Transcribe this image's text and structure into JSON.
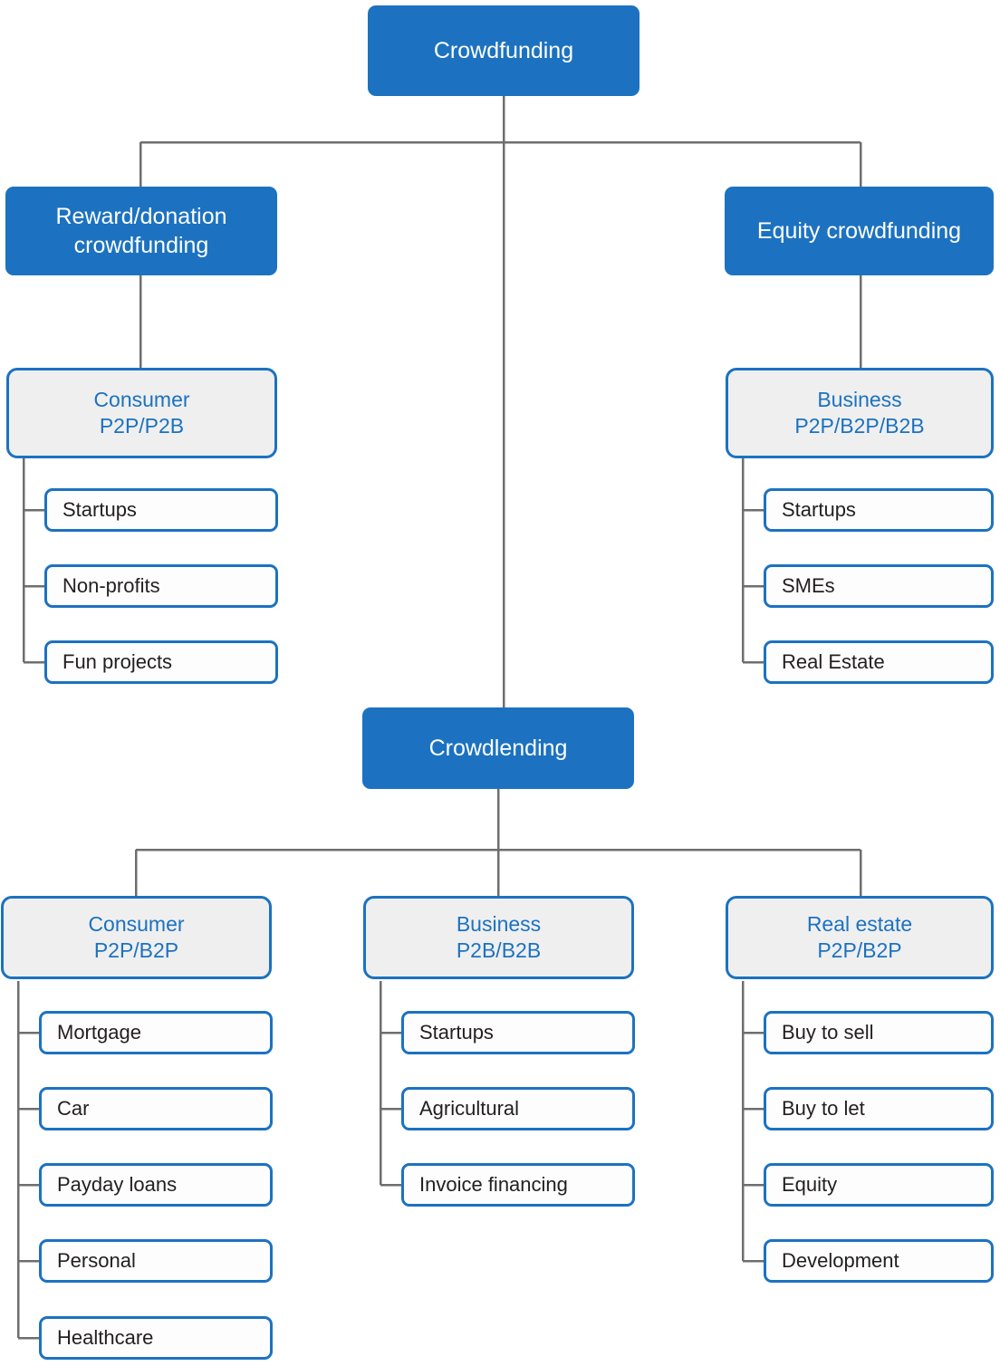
{
  "diagram": {
    "title": "Crowdfunding",
    "root": {
      "label": "Crowdfunding"
    },
    "branches": [
      {
        "id": "reward-donation-crowdfunding",
        "label_line1": "Reward/donation",
        "label_line2": "crowdfunding",
        "segment": {
          "id": "consumer-p2p-p2b",
          "label_line1": "Consumer",
          "label_line2": "P2P/P2B"
        },
        "leaves": [
          {
            "id": "startups",
            "label": "Startups"
          },
          {
            "id": "non-profits",
            "label": "Non-profits"
          },
          {
            "id": "fun-projects",
            "label": "Fun projects"
          }
        ]
      },
      {
        "id": "equity-crowdfunding",
        "label_line1": "Equity crowdfunding",
        "label_line2": "",
        "segment": {
          "id": "business-p2p-b2p-b2b",
          "label_line1": "Business",
          "label_line2": "P2P/B2P/B2B"
        },
        "leaves": [
          {
            "id": "startups",
            "label": "Startups"
          },
          {
            "id": "smes",
            "label": "SMEs"
          },
          {
            "id": "real-estate",
            "label": "Real Estate"
          }
        ]
      }
    ],
    "crowdlending": {
      "id": "crowdlending",
      "label": "Crowdlending",
      "segments": [
        {
          "id": "consumer-p2p-b2p",
          "label_line1": "Consumer",
          "label_line2": "P2P/B2P",
          "leaves": [
            {
              "id": "mortgage",
              "label": "Mortgage"
            },
            {
              "id": "car",
              "label": "Car"
            },
            {
              "id": "payday-loans",
              "label": "Payday loans"
            },
            {
              "id": "personal",
              "label": "Personal"
            },
            {
              "id": "healthcare",
              "label": "Healthcare"
            }
          ]
        },
        {
          "id": "business-p2b-b2b",
          "label_line1": "Business",
          "label_line2": "P2B/B2B",
          "leaves": [
            {
              "id": "startups",
              "label": "Startups"
            },
            {
              "id": "agricultural",
              "label": "Agricultural"
            },
            {
              "id": "invoice-financing",
              "label": "Invoice financing"
            }
          ]
        },
        {
          "id": "real-estate-p2p-b2p",
          "label_line1": "Real estate",
          "label_line2": "P2P/B2P",
          "leaves": [
            {
              "id": "buy-to-sell",
              "label": "Buy to sell"
            },
            {
              "id": "buy-to-let",
              "label": "Buy to let"
            },
            {
              "id": "equity",
              "label": "Equity"
            },
            {
              "id": "development",
              "label": "Development"
            }
          ]
        }
      ]
    },
    "colors": {
      "primary_fill": "#1c72c0",
      "primary_text": "#ffffff",
      "segment_fill": "#efefef",
      "segment_border": "#1c72c0",
      "segment_text": "#1c72c0",
      "leaf_fill": "#fdfdfd",
      "leaf_border": "#1c72c0",
      "leaf_text": "#231f20",
      "connector": "#6e6e6e",
      "background": "#ffffff"
    }
  }
}
